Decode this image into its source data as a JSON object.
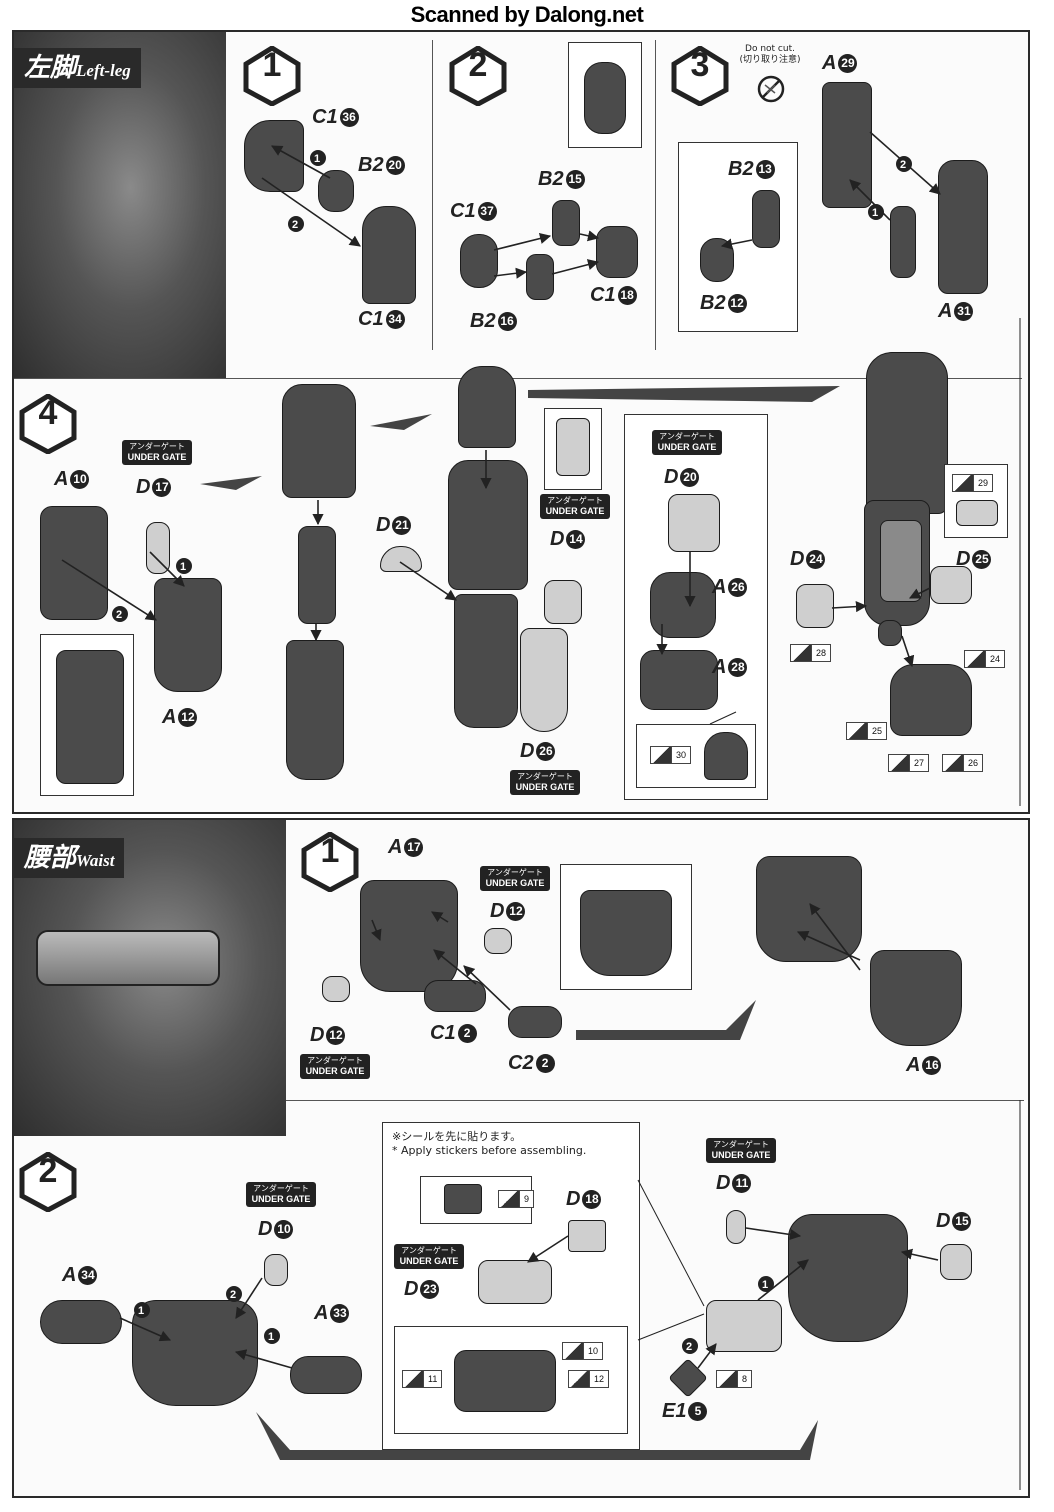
{
  "scan_credit": "Scanned by Dalong.net",
  "left_leg": {
    "title_jp": "左脚",
    "title_en": "Left-leg",
    "step1": {
      "num": "1",
      "parts": [
        {
          "letter": "C1",
          "num": "36"
        },
        {
          "letter": "B2",
          "num": "20"
        },
        {
          "letter": "C1",
          "num": "34"
        }
      ]
    },
    "step2": {
      "num": "2",
      "parts": [
        {
          "letter": "B2",
          "num": "15"
        },
        {
          "letter": "C1",
          "num": "37"
        },
        {
          "letter": "C1",
          "num": "18"
        },
        {
          "letter": "B2",
          "num": "16"
        }
      ]
    },
    "step3": {
      "num": "3",
      "do_not_cut_en": "Do not cut.",
      "do_not_cut_jp": "(切り取り注意)",
      "parts": [
        {
          "letter": "A",
          "num": "29"
        },
        {
          "letter": "B2",
          "num": "13"
        },
        {
          "letter": "B2",
          "num": "12"
        },
        {
          "letter": "A",
          "num": "31"
        }
      ]
    },
    "step4": {
      "num": "4",
      "parts": [
        {
          "letter": "A",
          "num": "10"
        },
        {
          "letter": "D",
          "num": "17"
        },
        {
          "letter": "A",
          "num": "12"
        },
        {
          "letter": "D",
          "num": "21"
        },
        {
          "letter": "D",
          "num": "14"
        },
        {
          "letter": "D",
          "num": "26"
        },
        {
          "letter": "D",
          "num": "20"
        },
        {
          "letter": "A",
          "num": "26"
        },
        {
          "letter": "A",
          "num": "28"
        },
        {
          "letter": "D",
          "num": "24"
        },
        {
          "letter": "D",
          "num": "25"
        }
      ],
      "stickers": [
        "29",
        "28",
        "24",
        "25",
        "27",
        "26",
        "30"
      ]
    }
  },
  "under_gate": {
    "jp": "アンダーゲート",
    "en": "UNDER GATE"
  },
  "waist": {
    "title_jp": "腰部",
    "title_en": "Waist",
    "step1": {
      "num": "1",
      "parts": [
        {
          "letter": "A",
          "num": "17"
        },
        {
          "letter": "D",
          "num": "12"
        },
        {
          "letter": "D",
          "num": "12"
        },
        {
          "letter": "C1",
          "num": "2"
        },
        {
          "letter": "C2",
          "num": "2"
        },
        {
          "letter": "A",
          "num": "16"
        }
      ]
    },
    "step2": {
      "num": "2",
      "note_jp": "※シールを先に貼ります。",
      "note_en": "* Apply stickers before assembling.",
      "parts": [
        {
          "letter": "D",
          "num": "10"
        },
        {
          "letter": "A",
          "num": "34"
        },
        {
          "letter": "A",
          "num": "33"
        },
        {
          "letter": "D",
          "num": "18"
        },
        {
          "letter": "D",
          "num": "23"
        },
        {
          "letter": "D",
          "num": "11"
        },
        {
          "letter": "D",
          "num": "15"
        },
        {
          "letter": "E1",
          "num": "5"
        }
      ],
      "stickers": [
        "9",
        "10",
        "11",
        "12",
        "8"
      ]
    }
  },
  "colors": {
    "ink": "#222222",
    "panel_border": "#2a2a2a",
    "part_fill": "#4b4b4b",
    "part_light": "#cfcfcf"
  }
}
